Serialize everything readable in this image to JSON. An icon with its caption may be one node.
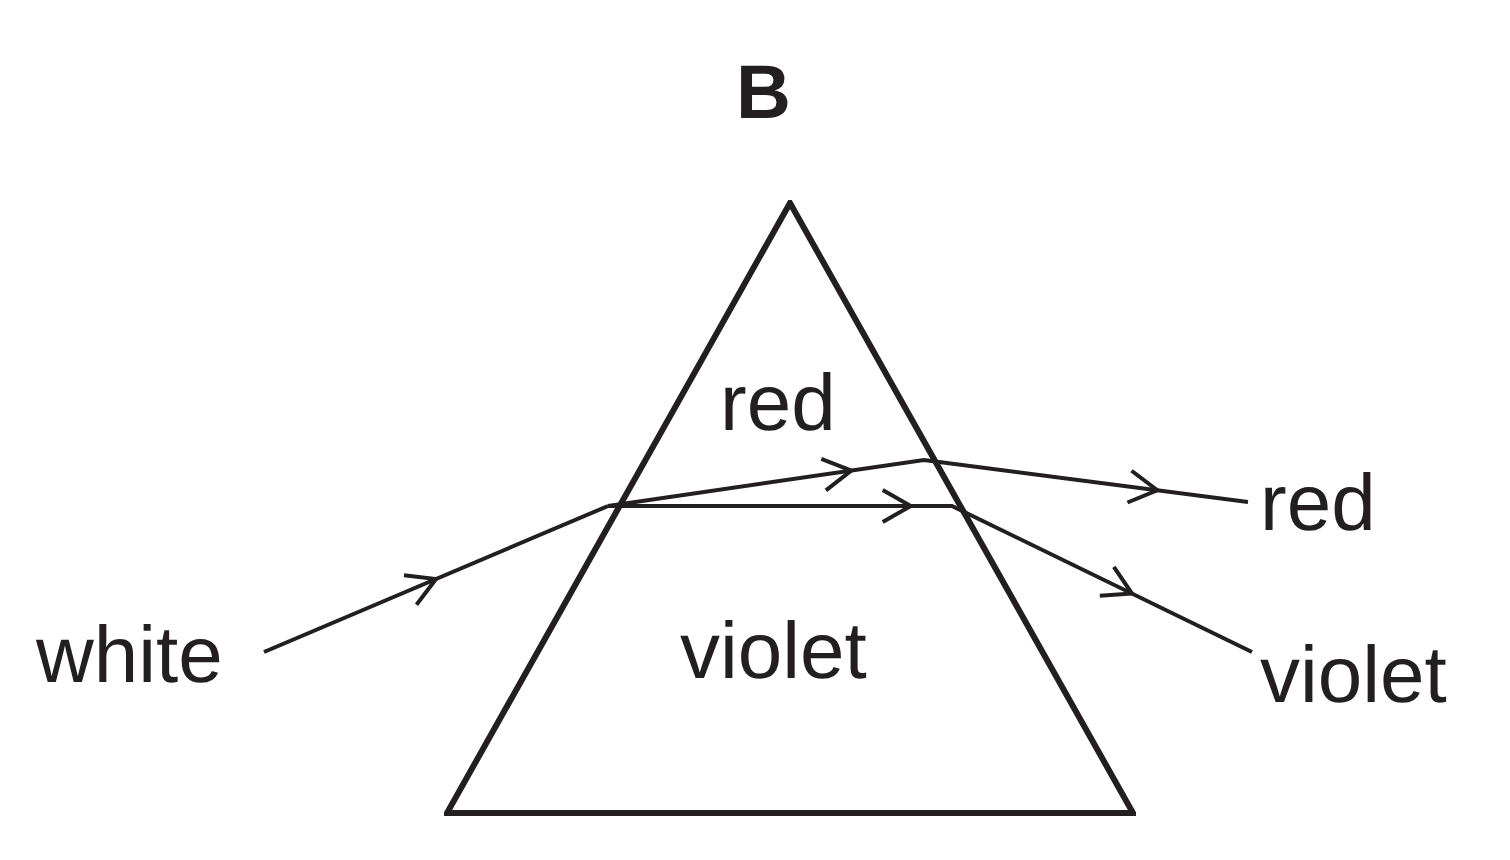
{
  "diagram": {
    "title": "B",
    "nodes": [
      {
        "text": [
          "white"
        ]
      },
      {
        "text": [
          "red",
          "violet"
        ]
      },
      {
        "text": [
          "red"
        ]
      },
      {
        "text": [
          "violet"
        ]
      }
    ],
    "edges": [
      {
        "from": 0,
        "to": 1,
        "arrow": "to"
      },
      {
        "from": 1,
        "to": 2,
        "arrow": "to"
      },
      {
        "from": 1,
        "to": 3,
        "arrow": "to"
      }
    ]
  }
}
